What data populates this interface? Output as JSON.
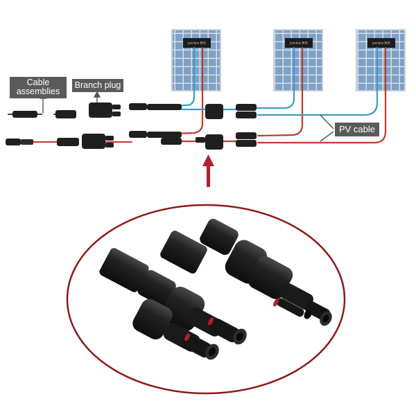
{
  "labels": {
    "cable_assemblies": "Cable assemblies",
    "branch_plug": "Branch plug",
    "pv_cable": "PV cable"
  },
  "panels": [
    {
      "junction_box": "Junction BOX"
    },
    {
      "junction_box": "Junction BOX"
    },
    {
      "junction_box": "Junction BOX"
    }
  ],
  "colors": {
    "wire_positive": "#c0392b",
    "wire_negative": "#3a9cc4",
    "panel_cell": "#7ea1c7",
    "panel_frame": "#c7cfd8",
    "connector_body": "#1f1f1f",
    "label_background": "#5a5a5a",
    "highlight_ellipse": "#8b1a1a",
    "arrow": "#b3202a"
  }
}
